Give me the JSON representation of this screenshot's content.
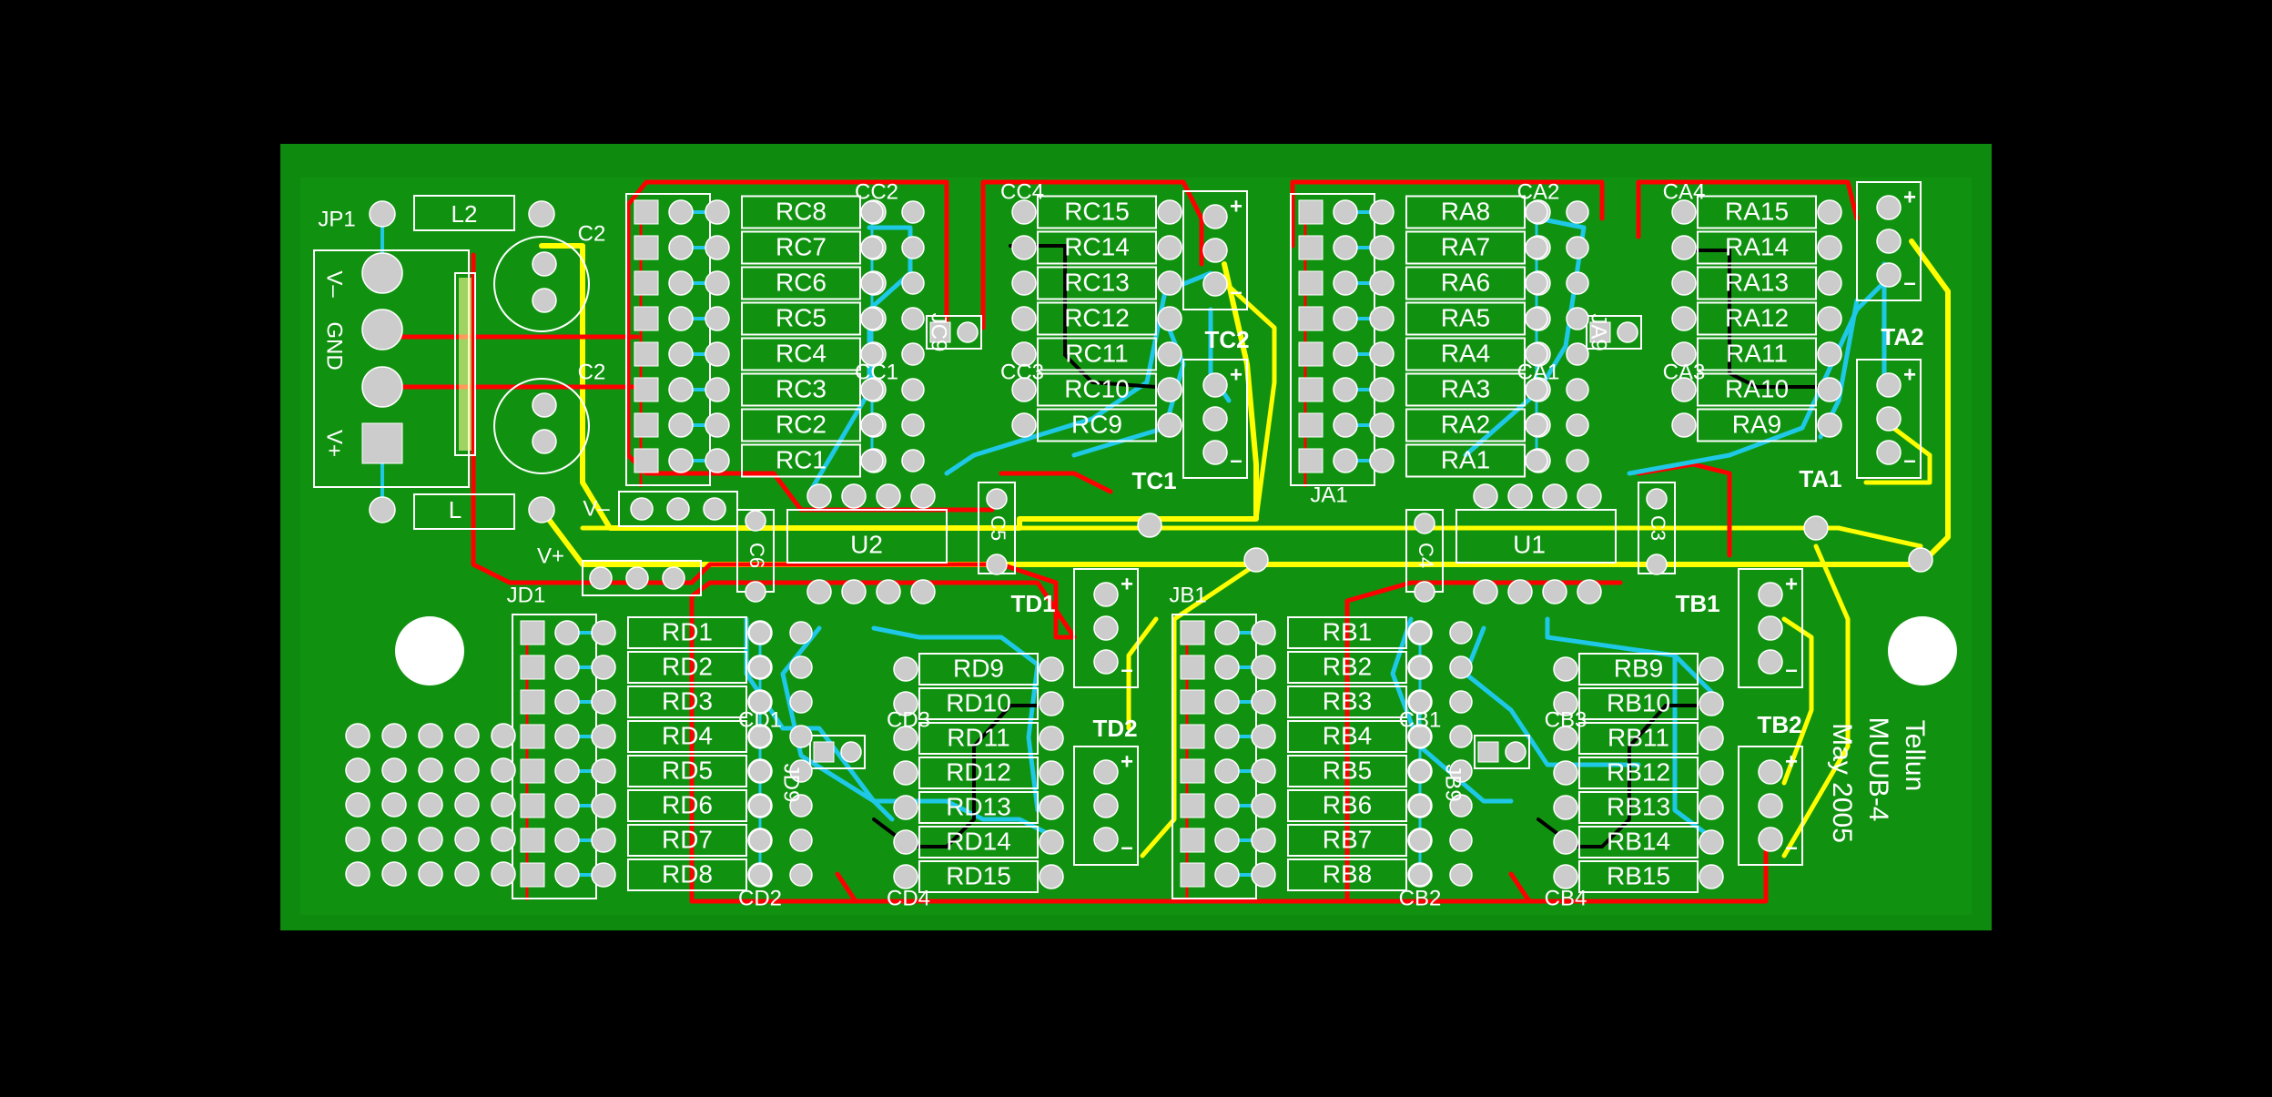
{
  "board": {
    "brand": "Tellun",
    "model": "MUUB-4",
    "date": "May 2005"
  },
  "colors": {
    "background": "#000000",
    "board": "#0e8a0e",
    "board_light": "#13a013",
    "silk": "#ffffff",
    "pad": "#cccccc",
    "trace_red": "#ff0000",
    "trace_yellow": "#ffff00",
    "trace_cyan": "#1ec8e6",
    "trace_black": "#000000"
  },
  "power": {
    "jp1_label": "JP1",
    "pins": [
      "V–",
      "GND",
      "V+"
    ],
    "l2_label": "L2",
    "l_label": "L",
    "c2_top_label": "C2",
    "c2_bottom_label": "C2",
    "vminus_label": "V–",
    "vplus_label": "V+"
  },
  "quadrants": {
    "c": {
      "rows": [
        "RC8",
        "RC7",
        "RC6",
        "RC5",
        "RC4",
        "RC3",
        "RC2",
        "RC1"
      ],
      "rows2": [
        "RC15",
        "RC14",
        "RC13",
        "RC12",
        "RC11",
        "RC10",
        "RC9"
      ],
      "caps": [
        "CC2",
        "CC4",
        "CC1",
        "CC3",
        "JC9"
      ],
      "connector": "TC2",
      "connector2": "TC1"
    },
    "a": {
      "rows": [
        "RA8",
        "RA7",
        "RA6",
        "RA5",
        "RA4",
        "RA3",
        "RA2",
        "RA1"
      ],
      "rows2": [
        "RA15",
        "RA14",
        "RA13",
        "RA12",
        "RA11",
        "RA10",
        "RA9"
      ],
      "caps": [
        "CA2",
        "CA4",
        "CA1",
        "CA3",
        "JA9"
      ],
      "header": "JA1",
      "connector": "TA2",
      "connector2": "TA1"
    },
    "d": {
      "header": "JD1",
      "rows": [
        "RD1",
        "RD2",
        "RD3",
        "RD4",
        "RD5",
        "RD6",
        "RD7",
        "RD8"
      ],
      "rows2": [
        "RD9",
        "RD10",
        "RD11",
        "RD12",
        "RD13",
        "RD14",
        "RD15"
      ],
      "caps": [
        "CD1",
        "CD3",
        "CD2",
        "CD4",
        "JD9"
      ],
      "connector": "TD1",
      "connector2": "TD2"
    },
    "b": {
      "header": "JB1",
      "rows": [
        "RB1",
        "RB2",
        "RB3",
        "RB4",
        "RB5",
        "RB6",
        "RB7",
        "RB8"
      ],
      "rows2": [
        "RB9",
        "RB10",
        "RB11",
        "RB12",
        "RB13",
        "RB14",
        "RB15"
      ],
      "caps": [
        "CB1",
        "CB3",
        "CB2",
        "CB4",
        "JB9"
      ],
      "connector": "TB1",
      "connector2": "TB2"
    }
  },
  "ics": {
    "u2": "U2",
    "u1": "U1",
    "c6": "C6",
    "c5": "C5",
    "c4": "C4",
    "c3": "C3"
  },
  "signs": {
    "plus": "+",
    "minus": "–"
  }
}
